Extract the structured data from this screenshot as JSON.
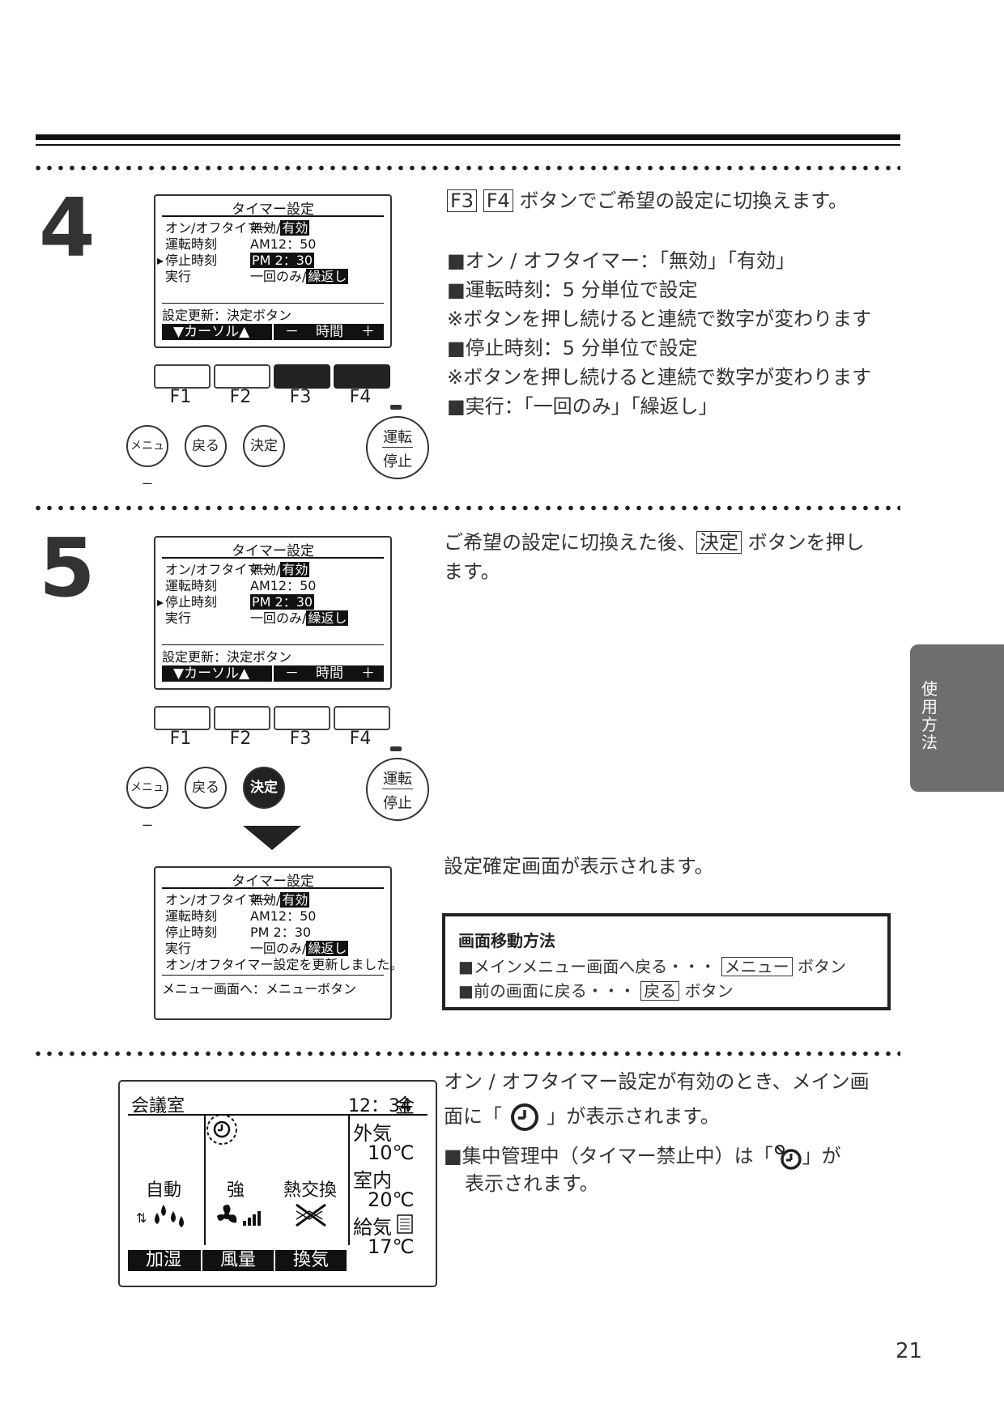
{
  "side_tab": "使用方法",
  "page_number": "21",
  "step4": {
    "number": "4",
    "screen": {
      "title": "タイマー設定",
      "rows": [
        {
          "label": "オン/オフタイマー",
          "v1": "無効/",
          "v2": "有効"
        },
        {
          "label": "運転時刻",
          "v1": "AM12：50",
          "v2": ""
        },
        {
          "label": "停止時刻",
          "v1": "PM 2：30",
          "v2": ""
        },
        {
          "label": "実行",
          "v1": "一回のみ/",
          "v2": "繰返し"
        }
      ],
      "cursor": "▸",
      "note": "設定更新：決定ボタン",
      "bar_left": "▼カーソル▲",
      "bar_minus": "－",
      "bar_mid": "時間",
      "bar_plus": "＋"
    },
    "fkeys": [
      "F1",
      "F2",
      "F3",
      "F4"
    ],
    "buttons": {
      "menu": "メニュー",
      "back": "戻る",
      "enter": "決定",
      "run_top": "運転",
      "run_bottom": "停止"
    },
    "text": {
      "key1": "F3",
      "key2": "F4",
      "intro": "ボタンでご希望の設定に切換えます。",
      "lines": [
        "■オン / オフタイマー：「無効」「有効」",
        "■運転時刻：5 分単位で設定",
        "※ボタンを押し続けると連続で数字が変わります",
        "■停止時刻：5 分単位で設定",
        "※ボタンを押し続けると連続で数字が変わります",
        "■実行：「一回のみ」「繰返し」"
      ]
    }
  },
  "step5": {
    "number": "5",
    "text_pre": "ご希望の設定に切換えた後、",
    "text_key": "決定",
    "text_post": "ボタンを押し",
    "text_line2": "ます。",
    "confirm_text": "設定確定画面が表示されます。",
    "confirm_screen": {
      "title": "タイマー設定",
      "rows": [
        {
          "label": "オン/オフタイマー",
          "v1": "無効/",
          "v2": "有効"
        },
        {
          "label": "運転時刻",
          "v1": "AM12：50",
          "v2": ""
        },
        {
          "label": "停止時刻",
          "v1": "PM 2：30",
          "v2": ""
        },
        {
          "label": "実行",
          "v1": "一回のみ/",
          "v2": "繰返し"
        }
      ],
      "updated": "オン/オフタイマー設定を更新しました。",
      "menu_note": "メニュー画面へ：メニューボタン"
    },
    "infobox": {
      "title": "画面移動方法",
      "line1_pre": "■メインメニュー画面へ戻る・・・",
      "line1_key": "メニュー",
      "line1_post": "ボタン",
      "line2_pre": "■前の画面に戻る・・・",
      "line2_key": "戻る",
      "line2_post": "ボタン"
    }
  },
  "step6": {
    "screen": {
      "room": "会議室",
      "time": "12：34",
      "day": "金",
      "mode": "自動",
      "fan": "強",
      "vent": "熱交換",
      "outside_label": "外気",
      "outside_temp": "10℃",
      "room_label": "室内",
      "room_temp": "20℃",
      "supply_label": "給気",
      "supply_temp": "17℃",
      "tabs": [
        "加湿",
        "風量",
        "換気"
      ]
    },
    "text_line1": "オン / オフタイマー設定が有効のとき、メイン画",
    "text_line2_pre": "面に「",
    "text_line2_post": "」が表示されます。",
    "text_line3_pre": "■集中管理中（タイマー禁止中）は「",
    "text_line3_post": "」が",
    "text_line4": "表示されます。"
  }
}
